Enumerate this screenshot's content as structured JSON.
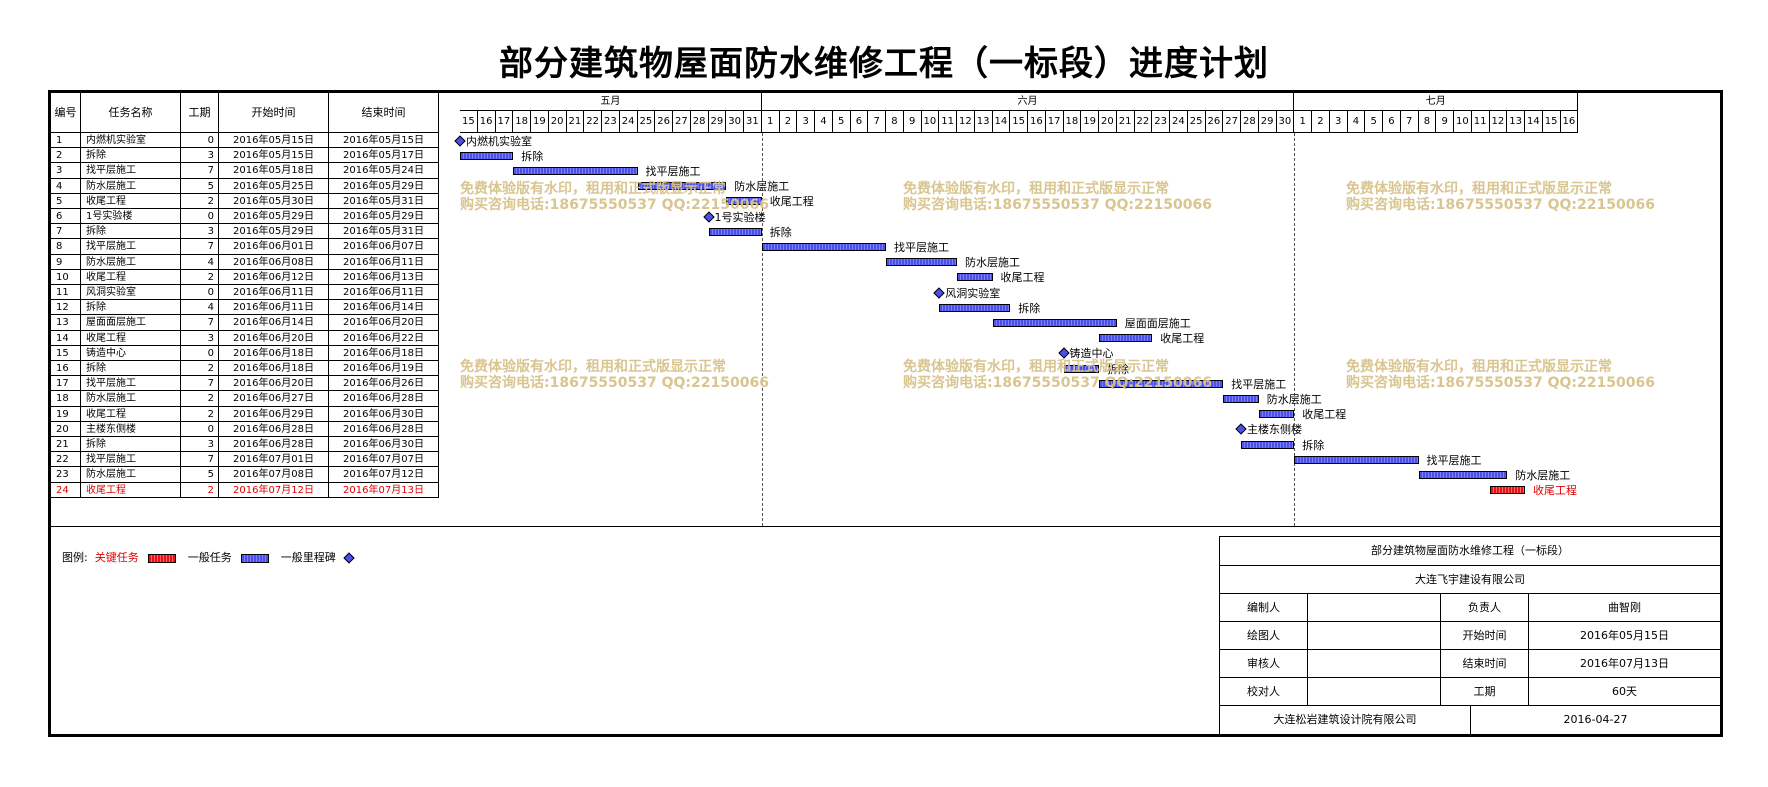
{
  "title": "部分建筑物屋面防水维修工程（一标段）进度计划",
  "columns": {
    "id": "编号",
    "name": "任务名称",
    "duration": "工期",
    "start": "开始时间",
    "end": "结束时间"
  },
  "timeline": {
    "months": [
      {
        "label": "五月",
        "days": [
          15,
          16,
          17,
          18,
          19,
          20,
          21,
          22,
          23,
          24,
          25,
          26,
          27,
          28,
          29,
          30,
          31
        ]
      },
      {
        "label": "六月",
        "days": [
          1,
          2,
          3,
          4,
          5,
          6,
          7,
          8,
          9,
          10,
          11,
          12,
          13,
          14,
          15,
          16,
          17,
          18,
          19,
          20,
          21,
          22,
          23,
          24,
          25,
          26,
          27,
          28,
          29,
          30
        ]
      },
      {
        "label": "七月",
        "days": [
          1,
          2,
          3,
          4,
          5,
          6,
          7,
          8,
          9,
          10,
          11,
          12,
          13,
          14,
          15,
          16
        ]
      }
    ]
  },
  "tasks": [
    {
      "id": "1",
      "name": "内燃机实验室",
      "dur": "0",
      "start": "2016年05月15日",
      "end": "2016年05月15日",
      "type": "milestone",
      "s": 0,
      "e": 0,
      "critical": false
    },
    {
      "id": "2",
      "name": "拆除",
      "dur": "3",
      "start": "2016年05月15日",
      "end": "2016年05月17日",
      "type": "task",
      "s": 0,
      "e": 3,
      "critical": false
    },
    {
      "id": "3",
      "name": "找平层施工",
      "dur": "7",
      "start": "2016年05月18日",
      "end": "2016年05月24日",
      "type": "task",
      "s": 3,
      "e": 10,
      "critical": false
    },
    {
      "id": "4",
      "name": "防水层施工",
      "dur": "5",
      "start": "2016年05月25日",
      "end": "2016年05月29日",
      "type": "task",
      "s": 10,
      "e": 15,
      "critical": false
    },
    {
      "id": "5",
      "name": "收尾工程",
      "dur": "2",
      "start": "2016年05月30日",
      "end": "2016年05月31日",
      "type": "task",
      "s": 15,
      "e": 17,
      "critical": false
    },
    {
      "id": "6",
      "name": "1号实验楼",
      "dur": "0",
      "start": "2016年05月29日",
      "end": "2016年05月29日",
      "type": "milestone",
      "s": 14,
      "e": 14,
      "critical": false
    },
    {
      "id": "7",
      "name": "拆除",
      "dur": "3",
      "start": "2016年05月29日",
      "end": "2016年05月31日",
      "type": "task",
      "s": 14,
      "e": 17,
      "critical": false
    },
    {
      "id": "8",
      "name": "找平层施工",
      "dur": "7",
      "start": "2016年06月01日",
      "end": "2016年06月07日",
      "type": "task",
      "s": 17,
      "e": 24,
      "critical": false
    },
    {
      "id": "9",
      "name": "防水层施工",
      "dur": "4",
      "start": "2016年06月08日",
      "end": "2016年06月11日",
      "type": "task",
      "s": 24,
      "e": 28,
      "critical": false
    },
    {
      "id": "10",
      "name": "收尾工程",
      "dur": "2",
      "start": "2016年06月12日",
      "end": "2016年06月13日",
      "type": "task",
      "s": 28,
      "e": 30,
      "critical": false
    },
    {
      "id": "11",
      "name": "风洞实验室",
      "dur": "0",
      "start": "2016年06月11日",
      "end": "2016年06月11日",
      "type": "milestone",
      "s": 27,
      "e": 27,
      "critical": false
    },
    {
      "id": "12",
      "name": "拆除",
      "dur": "4",
      "start": "2016年06月11日",
      "end": "2016年06月14日",
      "type": "task",
      "s": 27,
      "e": 31,
      "critical": false
    },
    {
      "id": "13",
      "name": "屋面面层施工",
      "dur": "7",
      "start": "2016年06月14日",
      "end": "2016年06月20日",
      "type": "task",
      "s": 30,
      "e": 37,
      "critical": false
    },
    {
      "id": "14",
      "name": "收尾工程",
      "dur": "3",
      "start": "2016年06月20日",
      "end": "2016年06月22日",
      "type": "task",
      "s": 36,
      "e": 39,
      "critical": false
    },
    {
      "id": "15",
      "name": "铸造中心",
      "dur": "0",
      "start": "2016年06月18日",
      "end": "2016年06月18日",
      "type": "milestone",
      "s": 34,
      "e": 34,
      "critical": false
    },
    {
      "id": "16",
      "name": "拆除",
      "dur": "2",
      "start": "2016年06月18日",
      "end": "2016年06月19日",
      "type": "task",
      "s": 34,
      "e": 36,
      "critical": false
    },
    {
      "id": "17",
      "name": "找平层施工",
      "dur": "7",
      "start": "2016年06月20日",
      "end": "2016年06月26日",
      "type": "task",
      "s": 36,
      "e": 43,
      "critical": false
    },
    {
      "id": "18",
      "name": "防水层施工",
      "dur": "2",
      "start": "2016年06月27日",
      "end": "2016年06月28日",
      "type": "task",
      "s": 43,
      "e": 45,
      "critical": false
    },
    {
      "id": "19",
      "name": "收尾工程",
      "dur": "2",
      "start": "2016年06月29日",
      "end": "2016年06月30日",
      "type": "task",
      "s": 45,
      "e": 47,
      "critical": false
    },
    {
      "id": "20",
      "name": "主楼东侧楼",
      "dur": "0",
      "start": "2016年06月28日",
      "end": "2016年06月28日",
      "type": "milestone",
      "s": 44,
      "e": 44,
      "critical": false
    },
    {
      "id": "21",
      "name": "拆除",
      "dur": "3",
      "start": "2016年06月28日",
      "end": "2016年06月30日",
      "type": "task",
      "s": 44,
      "e": 47,
      "critical": false
    },
    {
      "id": "22",
      "name": "找平层施工",
      "dur": "7",
      "start": "2016年07月01日",
      "end": "2016年07月07日",
      "type": "task",
      "s": 47,
      "e": 54,
      "critical": false
    },
    {
      "id": "23",
      "name": "防水层施工",
      "dur": "5",
      "start": "2016年07月08日",
      "end": "2016年07月12日",
      "type": "task",
      "s": 54,
      "e": 59,
      "critical": false
    },
    {
      "id": "24",
      "name": "收尾工程",
      "dur": "2",
      "start": "2016年07月12日",
      "end": "2016年07月13日",
      "type": "task",
      "s": 58,
      "e": 60,
      "critical": true
    }
  ],
  "watermark": {
    "line1": "免费体验版有水印，租用和正式版显示正常",
    "line2": "购买咨询电话:18675550537 QQ:22150066"
  },
  "legend": {
    "label": "图例:",
    "critical": "关键任务",
    "normal": "一般任务",
    "milestone": "一般里程碑"
  },
  "colors": {
    "task": "#4a50e8",
    "critical": "#ee1111",
    "critical_text": "#e00000",
    "watermark": "#d8c28a"
  },
  "info": {
    "project": "部分建筑物屋面防水维修工程（一标段）",
    "company": "大连飞宇建设有限公司",
    "rows": [
      {
        "k1": "编制人",
        "v1": "",
        "k2": "负责人",
        "v2": "曲智刚"
      },
      {
        "k1": "绘图人",
        "v1": "",
        "k2": "开始时间",
        "v2": "2016年05月15日"
      },
      {
        "k1": "审核人",
        "v1": "",
        "k2": "结束时间",
        "v2": "2016年07月13日"
      },
      {
        "k1": "校对人",
        "v1": "",
        "k2": "工期",
        "v2": "60天"
      }
    ],
    "designer": "大连松岩建筑设计院有限公司",
    "date": "2016-04-27"
  }
}
